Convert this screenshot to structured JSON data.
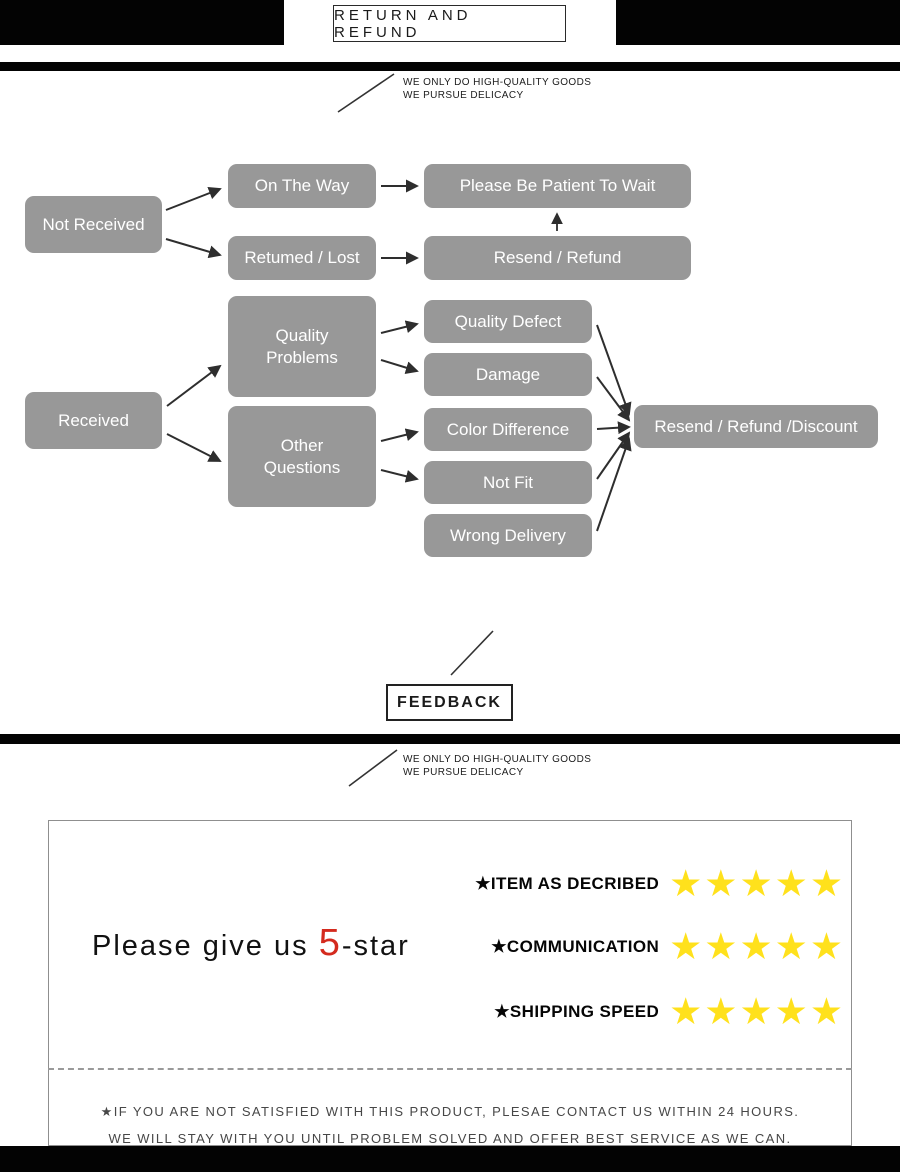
{
  "colors": {
    "flow_box_gray": "#989898",
    "star_yellow": "#ffe11c",
    "accent_red": "#d42a1e",
    "bar_black": "#030303"
  },
  "tagline": {
    "line1": "WE ONLY DO HIGH-QUALITY GOODS",
    "line2": "WE PURSUE DELICACY"
  },
  "section_return": {
    "title": "RETURN AND REFUND"
  },
  "flowchart": {
    "not_received": "Not Received",
    "on_the_way": "On The Way",
    "be_patient": "Please Be Patient To Wait",
    "returned_lost": "Retumed / Lost",
    "resend_refund": "Resend / Refund",
    "received": "Received",
    "quality_problems_line1": "Quality",
    "quality_problems_line2": "Problems",
    "other_questions_line1": "Other",
    "other_questions_line2": "Questions",
    "quality_defect": "Quality Defect",
    "damage": "Damage",
    "color_difference": "Color Difference",
    "not_fit": "Not Fit",
    "wrong_delivery": "Wrong Delivery",
    "outcome": "Resend / Refund /Discount"
  },
  "section_feedback": {
    "title": "FEEDBACK",
    "plea_prefix": "Please give us",
    "plea_number": "5",
    "plea_suffix": "-star",
    "ratings": [
      {
        "label": "★ITEM AS DECRIBED",
        "stars": "★★★★★"
      },
      {
        "label": "★COMMUNICATION",
        "stars": "★★★★★"
      },
      {
        "label": "★SHIPPING SPEED",
        "stars": "★★★★★"
      }
    ],
    "note1": "★IF YOU ARE NOT SATISFIED WITH THIS PRODUCT, PLESAE CONTACT US WITHIN 24 HOURS.",
    "note2": "WE WILL STAY WITH YOU UNTIL PROBLEM SOLVED AND OFFER BEST SERVICE AS WE CAN."
  }
}
